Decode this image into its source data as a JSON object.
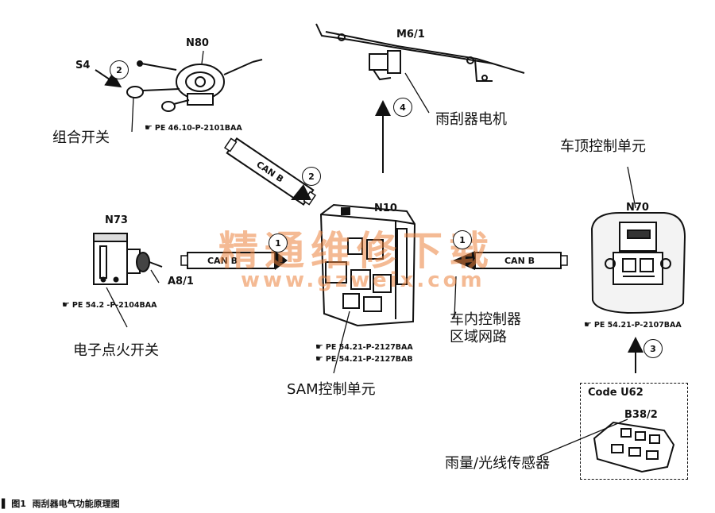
{
  "components": {
    "n80": {
      "code": "N80",
      "cn_label": "组合开关",
      "ref": "PE 46.10-P-2101BAA"
    },
    "s4": {
      "code": "S4"
    },
    "m6_1": {
      "code": "M6/1",
      "cn_label": "雨刮器电机"
    },
    "n70": {
      "code": "N70",
      "cn_label": "车顶控制单元",
      "ref": "PE 54.21-P-2107BAA"
    },
    "n73": {
      "code": "N73",
      "cn_label": "电子点火开关",
      "ref": "PE 54.2 -P-2104BAA"
    },
    "a8_1": {
      "code": "A8/1"
    },
    "n10": {
      "code": "N10",
      "cn_label": "SAM控制单元",
      "ref1": "PE 54.21-P-2127BAA",
      "ref2": "PE 54.21-P-2127BAB"
    },
    "network": {
      "cn_label_line1": "车内控制器",
      "cn_label_line2": "区域网路"
    },
    "u62": {
      "box_label": "Code U62",
      "sensor_code": "B38/2",
      "cn_label": "雨量/光线传感器"
    }
  },
  "connections": {
    "can_label": "CAN B",
    "badges": {
      "s4": "2",
      "n80_n10": "2",
      "n10_m6": "4",
      "n73_n10": "1",
      "n70_n10": "1",
      "u62_n70": "3"
    }
  },
  "watermark": {
    "line1": "精通维修下载",
    "line2": "www.gzweix.com"
  },
  "caption": {
    "fig": "图1",
    "text": "雨刮器电气功能原理图"
  },
  "icons": {
    "ref_marker": "pointing-hand-icon"
  }
}
